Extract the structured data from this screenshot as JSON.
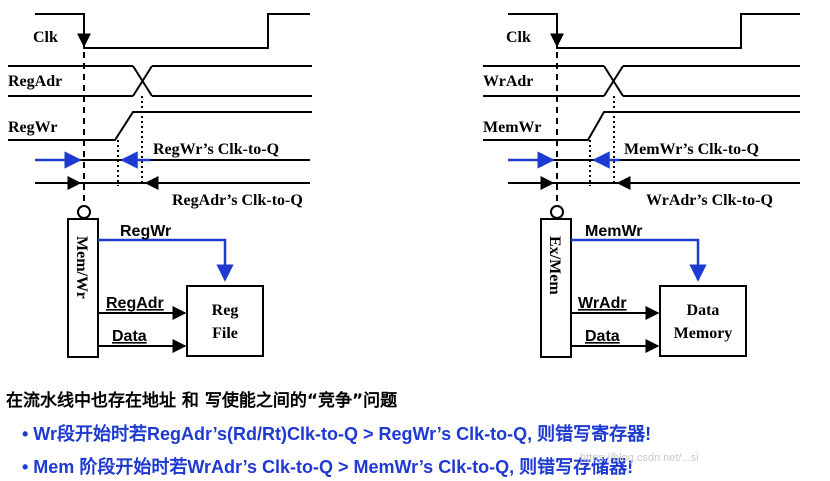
{
  "left_diagram": {
    "clk_label": "Clk",
    "addr_label": "RegAdr",
    "wr_label": "RegWr",
    "wr_delay_label": "RegWr’s Clk-to-Q",
    "addr_delay_label": "RegAdr’s Clk-to-Q",
    "register_label": "Mem/Wr",
    "signal_top": "RegWr",
    "signal_mid": "RegAdr",
    "signal_bottom": "Data",
    "unit_line1": "Reg",
    "unit_line2": "File"
  },
  "right_diagram": {
    "clk_label": "Clk",
    "addr_label": "WrAdr",
    "wr_label": "MemWr",
    "wr_delay_label": "MemWr’s Clk-to-Q",
    "addr_delay_label": "WrAdr’s Clk-to-Q",
    "register_label": "Ex/Mem",
    "signal_top": "MemWr",
    "signal_mid": "WrAdr",
    "signal_bottom": "Data",
    "unit_line1": "Data",
    "unit_line2": "Memory"
  },
  "notes": {
    "heading": "在流水线中也存在地址 和 写使能之间的“竞争”问题",
    "bullet1": "• Wr段开始时若RegAdr’s(Rd/Rt)Clk-to-Q > RegWr’s Clk-to-Q, 则错写寄存器!",
    "bullet2": "• Mem 阶段开始时若WrAdr’s Clk-to-Q  > MemWr’s Clk-to-Q, 则错写存储器!",
    "watermark": "https://blog.csdn.net/...si"
  },
  "colors": {
    "accent": "#1f3ad0",
    "ink": "#000000"
  }
}
